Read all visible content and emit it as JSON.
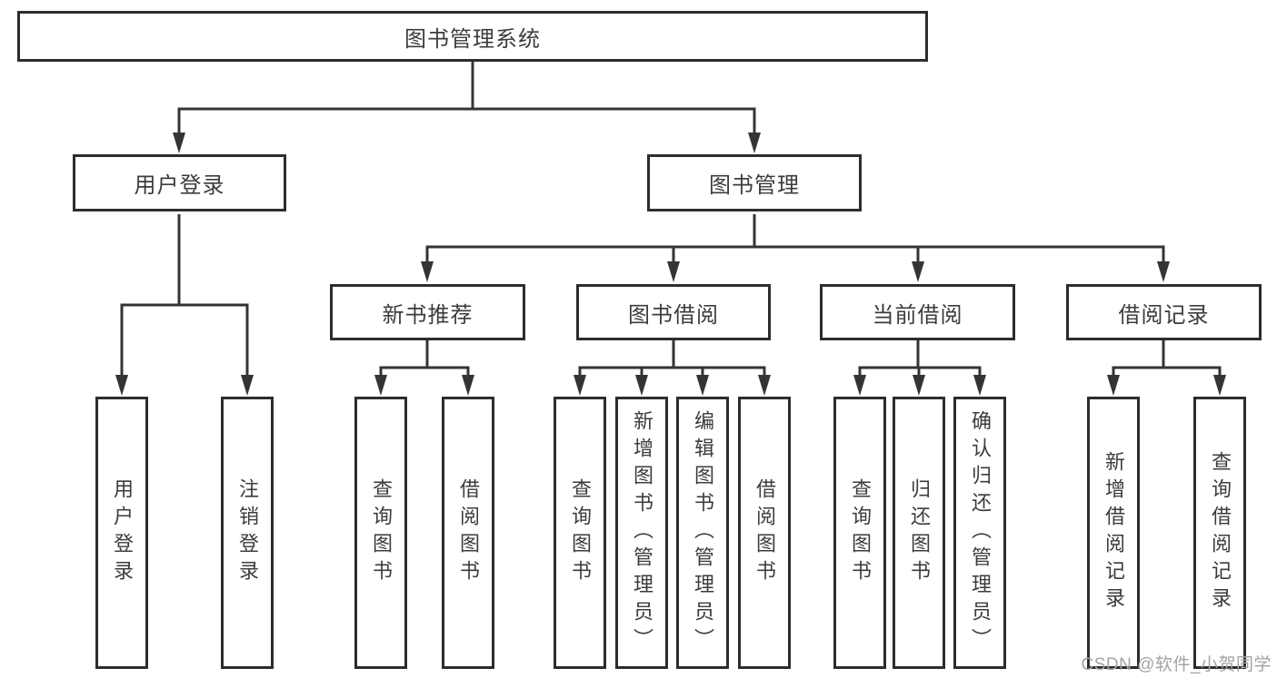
{
  "diagram": {
    "root": {
      "label": "图书管理系统"
    },
    "branches": {
      "user_login": {
        "label": "用户登录",
        "children": {
          "login": {
            "label": "用户登录"
          },
          "logout": {
            "label": "注销登录"
          }
        }
      },
      "book_management": {
        "label": "图书管理",
        "sections": {
          "new_book_recommendation": {
            "label": "新书推荐",
            "children": {
              "query_books": {
                "label": "查询图书"
              },
              "borrow_books": {
                "label": "借阅图书"
              }
            }
          },
          "book_borrowing": {
            "label": "图书借阅",
            "children": {
              "query_books": {
                "label": "查询图书"
              },
              "add_books_admin": {
                "label": "新增图书（管理员）"
              },
              "edit_books_admin": {
                "label": "编辑图书（管理员）"
              },
              "borrow_books": {
                "label": "借阅图书"
              }
            }
          },
          "current_borrowing": {
            "label": "当前借阅",
            "children": {
              "query_books": {
                "label": "查询图书"
              },
              "return_books": {
                "label": "归还图书"
              },
              "confirm_return_admin": {
                "label": "确认归还（管理员）"
              }
            }
          },
          "borrowing_records": {
            "label": "借阅记录",
            "children": {
              "add_record": {
                "label": "新增借阅记录"
              },
              "query_record": {
                "label": "查询借阅记录"
              }
            }
          }
        }
      }
    }
  },
  "watermark": {
    "text": "CSDN @软件_小贺同学"
  },
  "colors": {
    "background": "#ffffff",
    "line": "#343434",
    "box_border": "#2d2d2d",
    "text": "#3c3c3c",
    "watermark": "#a3a3a3"
  }
}
